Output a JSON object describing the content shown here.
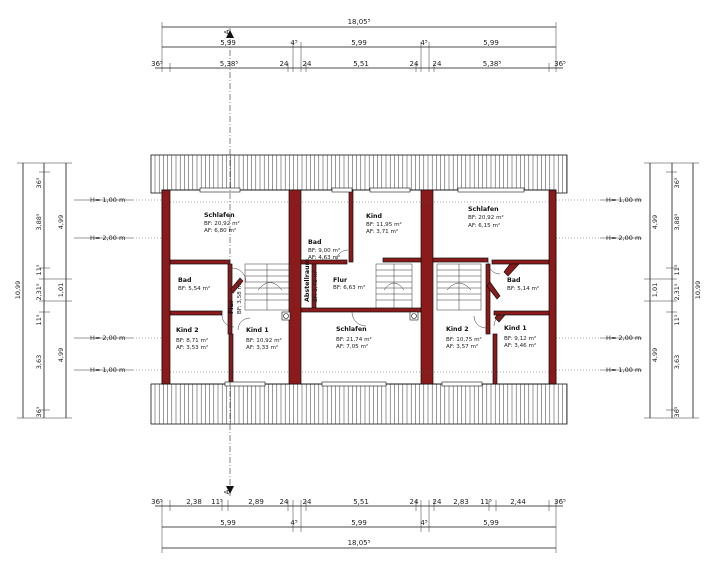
{
  "top_dims": {
    "total": "18,05⁵",
    "row2": [
      "5,99",
      "4⁵",
      "5,99",
      "4⁵",
      "5,99"
    ],
    "row3": [
      "36⁵",
      "5,38⁵",
      "24",
      "24",
      "5,51",
      "24",
      "24",
      "5,38⁵",
      "36⁵"
    ]
  },
  "bottom_dims": {
    "row1": [
      "36⁵",
      "2,38",
      "11⁵",
      "2,89",
      "24",
      "24",
      "5,51",
      "24",
      "24",
      "2,83",
      "11⁵",
      "2,44",
      "36⁵"
    ],
    "row2": [
      "5,99",
      "4⁵",
      "5,99",
      "4⁵",
      "5,99"
    ],
    "total": "18,05⁵"
  },
  "side_dims": {
    "total": "10,99",
    "outer": [
      "4,99",
      "1,01",
      "4,99"
    ],
    "inner": [
      "36⁵",
      "3,88⁵",
      "11⁵",
      "2,31⁵",
      "11⁵",
      "3,63",
      "36⁵"
    ]
  },
  "height_marks": [
    "H= 1,00 m",
    "H= 2,00 m",
    "H= 2,00 m",
    "H= 1,00 m"
  ],
  "section_marker": "A",
  "rooms": [
    {
      "name": "Schlafen",
      "bf": "BF: 20,92 m²",
      "af": "AF: 6,80 m²"
    },
    {
      "name": "Bad",
      "bf": "BF: 9,00 m²",
      "af": "AF: 4,63 m²"
    },
    {
      "name": "Kind",
      "bf": "BF: 11,95 m²",
      "af": "AF: 3,71 m²"
    },
    {
      "name": "Schlafen",
      "bf": "BF: 20,92 m²",
      "af": "AF: 6,15 m²"
    },
    {
      "name": "Bad",
      "bf": "BF: 5,54 m²",
      "af": ""
    },
    {
      "name": "Flur",
      "bf": "BF: 6,63 m²",
      "af": ""
    },
    {
      "name": "Abstellraum",
      "bf": "BF: 3,46 m²",
      "af": ""
    },
    {
      "name": "Flur",
      "bf": "BF: 3,58 m²",
      "af": ""
    },
    {
      "name": "Bad",
      "bf": "BF: 5,14 m²",
      "af": ""
    },
    {
      "name": "Kind 2",
      "bf": "BF: 8,71 m²",
      "af": "AF: 3,53 m²"
    },
    {
      "name": "Kind 1",
      "bf": "BF: 10,92 m²",
      "af": "AF: 3,33 m²"
    },
    {
      "name": "Schlafen",
      "bf": "BF: 21,74 m²",
      "af": "AF: 7,05 m²"
    },
    {
      "name": "Kind 2",
      "bf": "BF: 10,75 m²",
      "af": "AF: 3,57 m²"
    },
    {
      "name": "Kind 1",
      "bf": "BF: 9,12 m²",
      "af": "AF: 3,46 m²"
    }
  ]
}
